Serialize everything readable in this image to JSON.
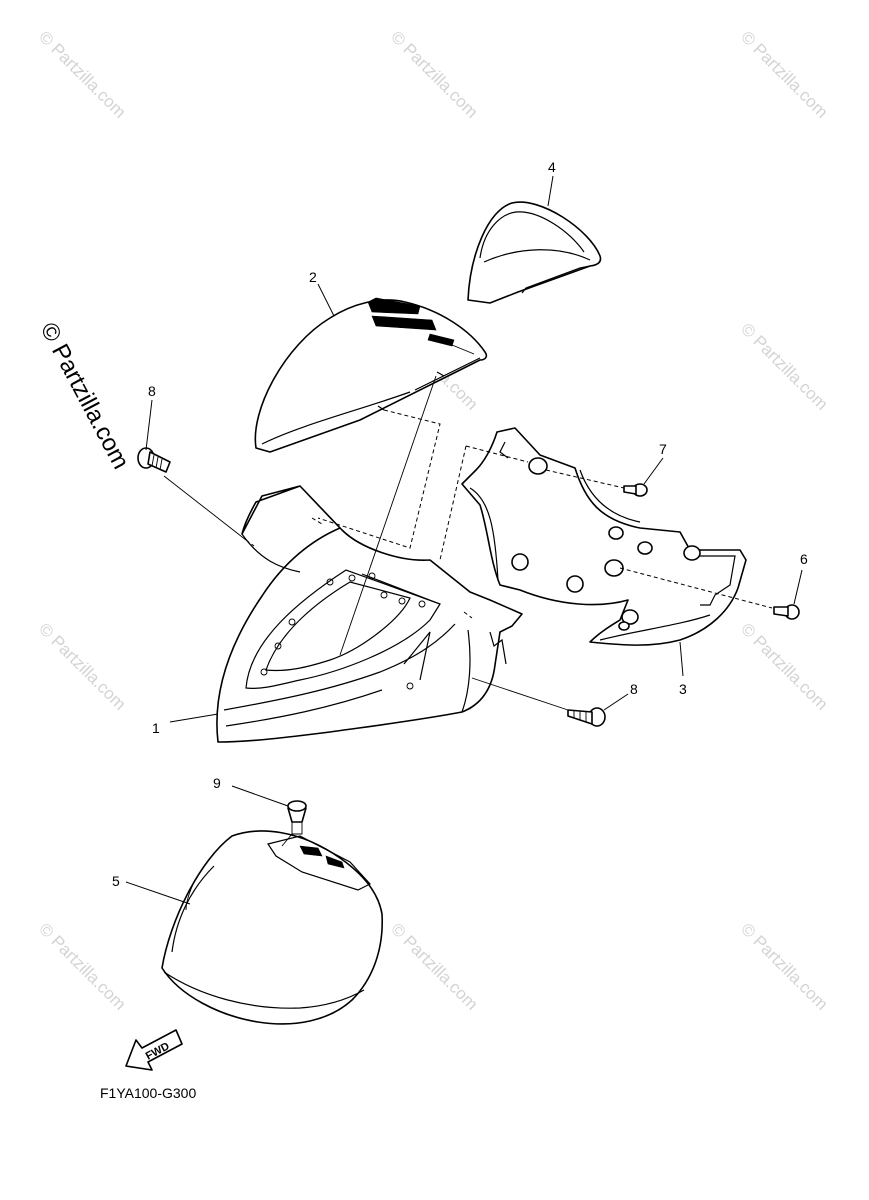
{
  "watermark": {
    "text": "© Partzilla.com"
  },
  "diagram": {
    "code": "F1YA100-G300",
    "direction_label": "FWD",
    "callouts": {
      "part1": "1",
      "part2": "2",
      "part3": "3",
      "part4": "4",
      "part5": "5",
      "part6": "6",
      "part7": "7",
      "part8a": "8",
      "part8b": "8",
      "part9": "9"
    }
  }
}
